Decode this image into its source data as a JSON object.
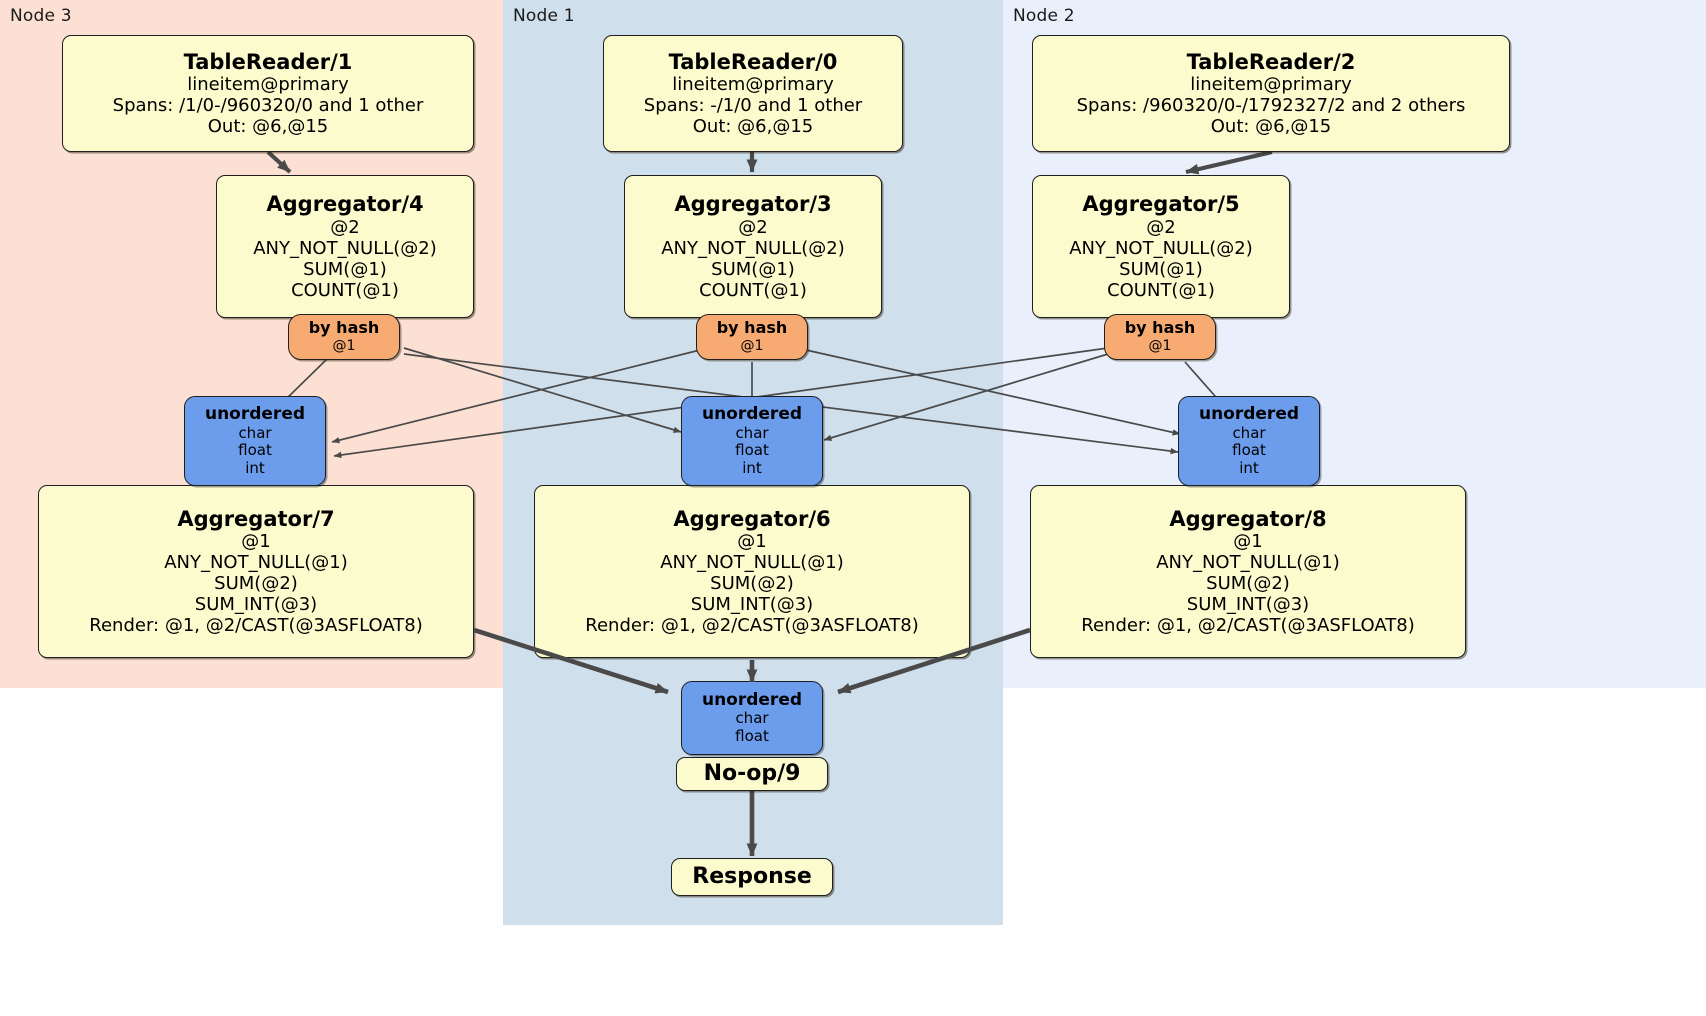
{
  "diagram": {
    "type": "distributed-query-plan",
    "colors": {
      "node3_panel": "#fce0d4",
      "node1_panel": "#cfdfeb",
      "node2_panel": "#e9f0fb",
      "processor_fill": "#fbfbcd",
      "router_fill": "#f7ab73",
      "receiver_fill": "#6c9ded",
      "edge": "#4a4a4a"
    }
  },
  "panels": [
    {
      "label": "Node 3"
    },
    {
      "label": "Node 1"
    },
    {
      "label": "Node 2"
    }
  ],
  "nodes": {
    "tablereader_1": {
      "title": "TableReader/1",
      "lines": [
        "lineitem@primary",
        "Spans: /1/0-/960320/0 and 1 other",
        "Out: @6,@15"
      ]
    },
    "tablereader_0": {
      "title": "TableReader/0",
      "lines": [
        "lineitem@primary",
        "Spans: -/1/0 and 1 other",
        "Out: @6,@15"
      ]
    },
    "tablereader_2": {
      "title": "TableReader/2",
      "lines": [
        "lineitem@primary",
        "Spans: /960320/0-/1792327/2 and 2 others",
        "Out: @6,@15"
      ]
    },
    "aggregator_4": {
      "title": "Aggregator/4",
      "lines": [
        "@2",
        "ANY_NOT_NULL(@2)",
        "SUM(@1)",
        "COUNT(@1)"
      ]
    },
    "aggregator_3": {
      "title": "Aggregator/3",
      "lines": [
        "@2",
        "ANY_NOT_NULL(@2)",
        "SUM(@1)",
        "COUNT(@1)"
      ]
    },
    "aggregator_5": {
      "title": "Aggregator/5",
      "lines": [
        "@2",
        "ANY_NOT_NULL(@2)",
        "SUM(@1)",
        "COUNT(@1)"
      ]
    },
    "router_left": {
      "title": "by hash",
      "lines": [
        "@1"
      ]
    },
    "router_middle": {
      "title": "by hash",
      "lines": [
        "@1"
      ]
    },
    "router_right": {
      "title": "by hash",
      "lines": [
        "@1"
      ]
    },
    "receiver_left": {
      "title": "unordered",
      "lines": [
        "char",
        "float",
        "int"
      ]
    },
    "receiver_middle": {
      "title": "unordered",
      "lines": [
        "char",
        "float",
        "int"
      ]
    },
    "receiver_right": {
      "title": "unordered",
      "lines": [
        "char",
        "float",
        "int"
      ]
    },
    "aggregator_7": {
      "title": "Aggregator/7",
      "lines": [
        "@1",
        "ANY_NOT_NULL(@1)",
        "SUM(@2)",
        "SUM_INT(@3)",
        "Render: @1, @2/CAST(@3ASFLOAT8)"
      ]
    },
    "aggregator_6": {
      "title": "Aggregator/6",
      "lines": [
        "@1",
        "ANY_NOT_NULL(@1)",
        "SUM(@2)",
        "SUM_INT(@3)",
        "Render: @1, @2/CAST(@3ASFLOAT8)"
      ]
    },
    "aggregator_8": {
      "title": "Aggregator/8",
      "lines": [
        "@1",
        "ANY_NOT_NULL(@1)",
        "SUM(@2)",
        "SUM_INT(@3)",
        "Render: @1, @2/CAST(@3ASFLOAT8)"
      ]
    },
    "receiver_final": {
      "title": "unordered",
      "lines": [
        "char",
        "float"
      ]
    },
    "noop_9": {
      "title": "No-op/9"
    },
    "response": {
      "title": "Response"
    }
  }
}
